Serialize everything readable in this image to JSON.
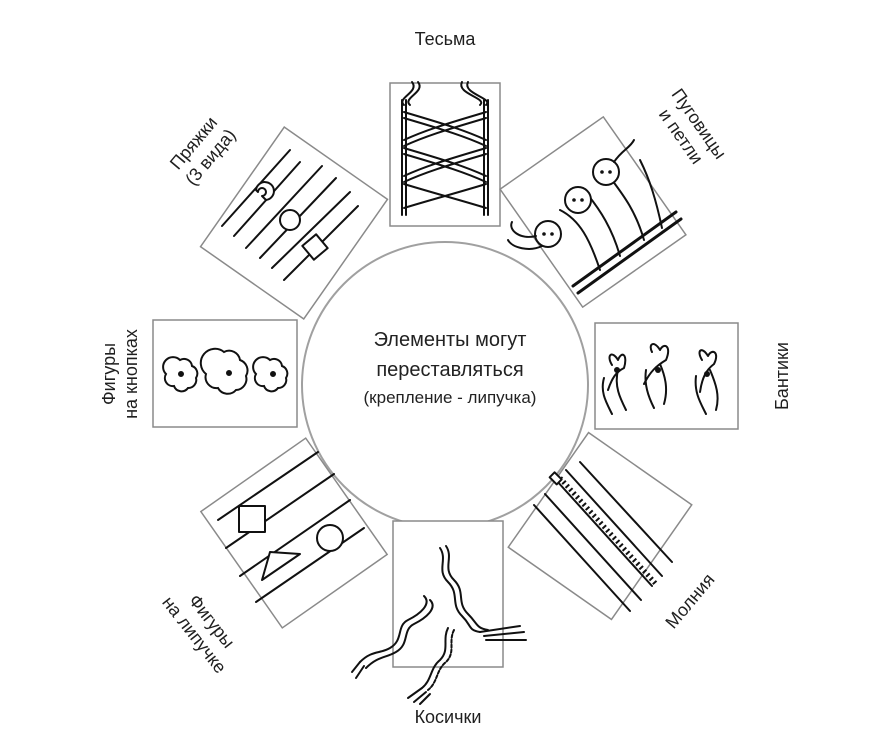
{
  "center": {
    "line1": "Элементы могут",
    "line2": "переставляться",
    "line3": "(крепление - липучка)"
  },
  "labels": {
    "tape": "Тесьма",
    "buttons_1": "Пуговицы",
    "buttons_2": "и петли",
    "bows": "Бантики",
    "zipper": "Молния",
    "braids": "Косички",
    "velcro_1": "Фигуры",
    "velcro_2": "на липучке",
    "snaps_1": "Фигуры",
    "snaps_2": "на кнопках",
    "buckles_1": "Пряжки",
    "buckles_2": "(3 вида)"
  },
  "colors": {
    "line": "#111111",
    "frame": "#8a8a8a",
    "circle": "#a0a0a0",
    "label_text": "#1f1f1f"
  }
}
